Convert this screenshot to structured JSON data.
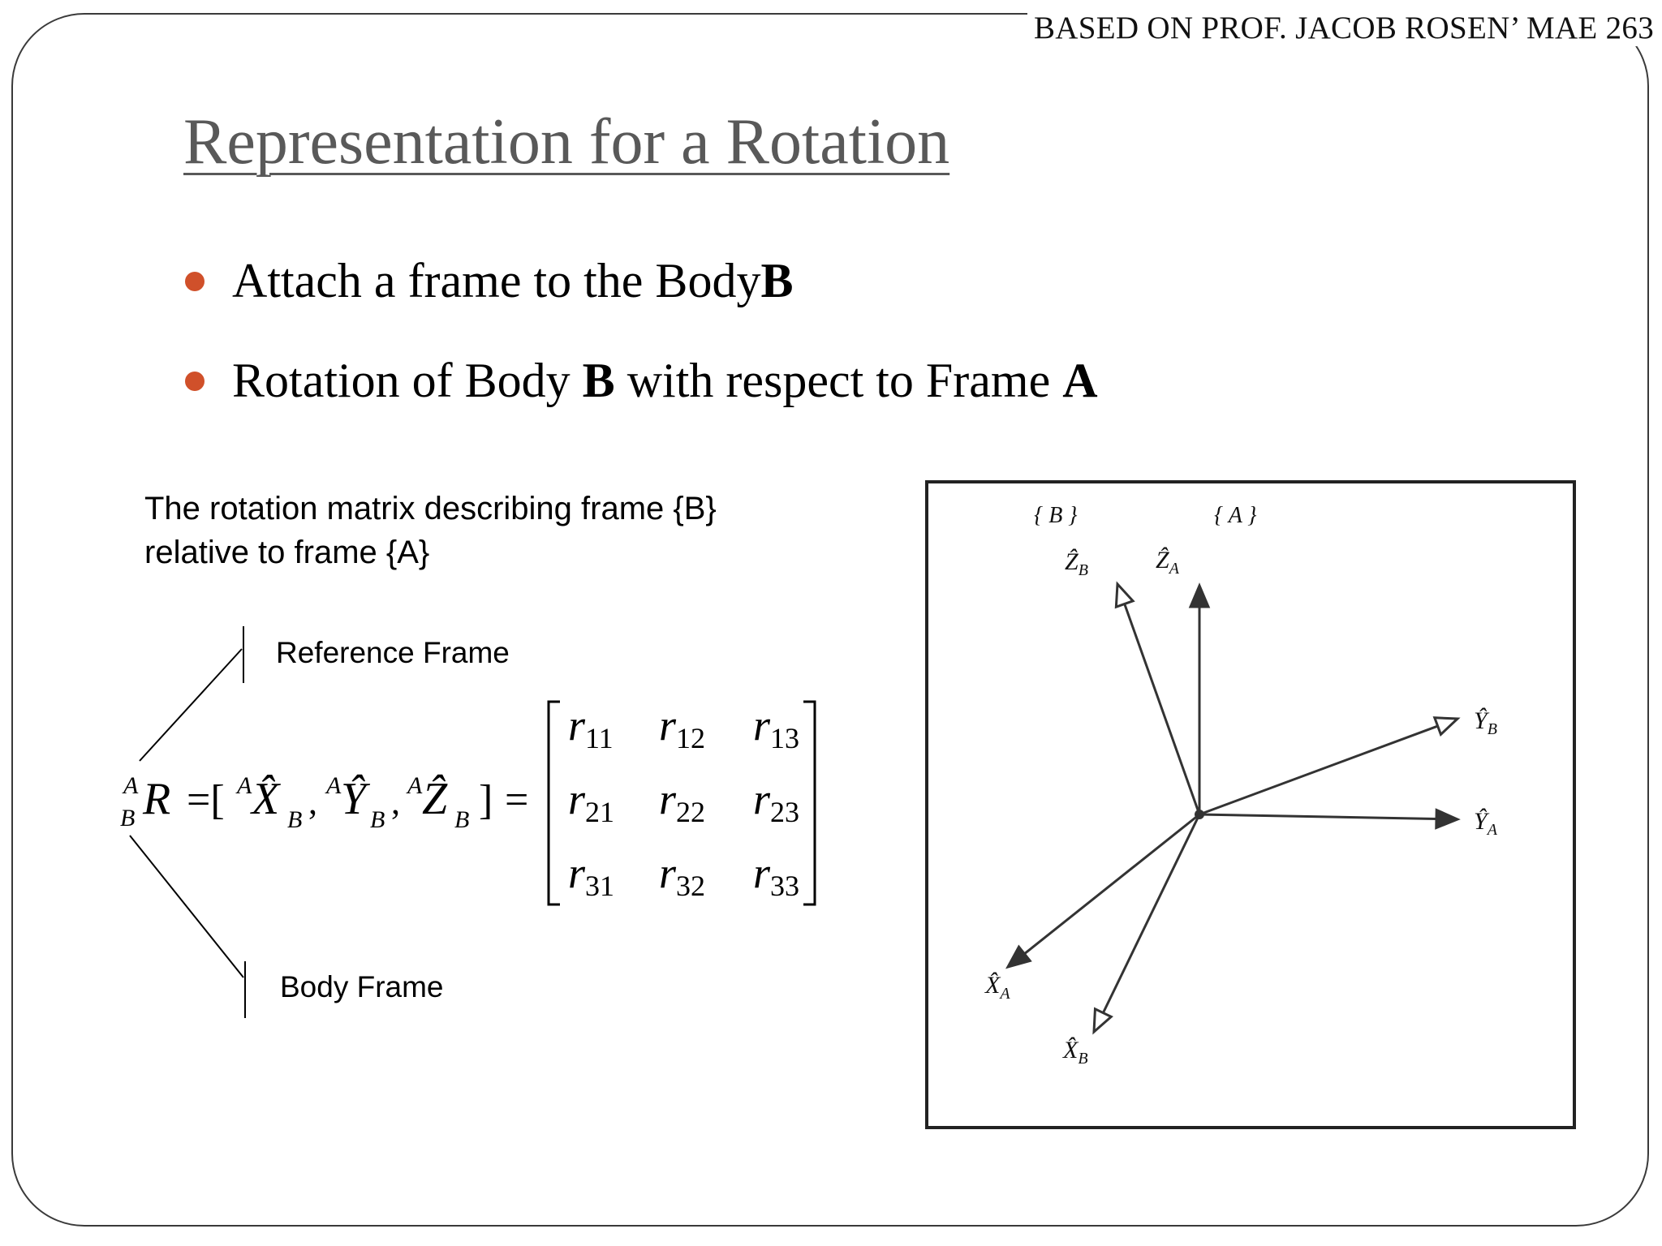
{
  "header": {
    "credit": "BASED ON PROF. JACOB ROSEN’ MAE 263"
  },
  "title": "Representation for a Rotation",
  "bullets": [
    {
      "pre": "Attach a frame to the Body ",
      "bold": "B",
      "mid": "",
      "bold2": ""
    },
    {
      "pre": "Rotation of Body ",
      "bold": "B",
      "mid": " with respect to Frame ",
      "bold2": "A"
    }
  ],
  "caption": {
    "line1": "The rotation matrix describing frame {B}",
    "line2": "relative to frame {A}"
  },
  "annotations": {
    "reference": "Reference Frame",
    "body": "Body Frame"
  },
  "equation": {
    "lhs_sup": "A",
    "lhs_sub": "B",
    "lhs_symbol": "R",
    "eq1": "=[",
    "col_symbols": [
      "X̂",
      "Ŷ",
      "Ẑ"
    ],
    "col_sup": "A",
    "col_sub": "B",
    "close": "]",
    "eq2": "=",
    "matrix": [
      [
        "r11",
        "r12",
        "r13"
      ],
      [
        "r21",
        "r22",
        "r23"
      ],
      [
        "r31",
        "r32",
        "r33"
      ]
    ]
  },
  "diagram": {
    "frame_labels": [
      "{ B }",
      "{ A }"
    ],
    "axes": [
      {
        "name": "Z",
        "frame": "B",
        "hollow": true
      },
      {
        "name": "Z",
        "frame": "A",
        "hollow": false
      },
      {
        "name": "Y",
        "frame": "B",
        "hollow": true
      },
      {
        "name": "Y",
        "frame": "A",
        "hollow": false
      },
      {
        "name": "X",
        "frame": "A",
        "hollow": false
      },
      {
        "name": "X",
        "frame": "B",
        "hollow": true
      }
    ],
    "line_color": "#333333"
  },
  "colors": {
    "bullet": "#d0502a",
    "title": "#595959",
    "border": "#3a3a3a"
  }
}
